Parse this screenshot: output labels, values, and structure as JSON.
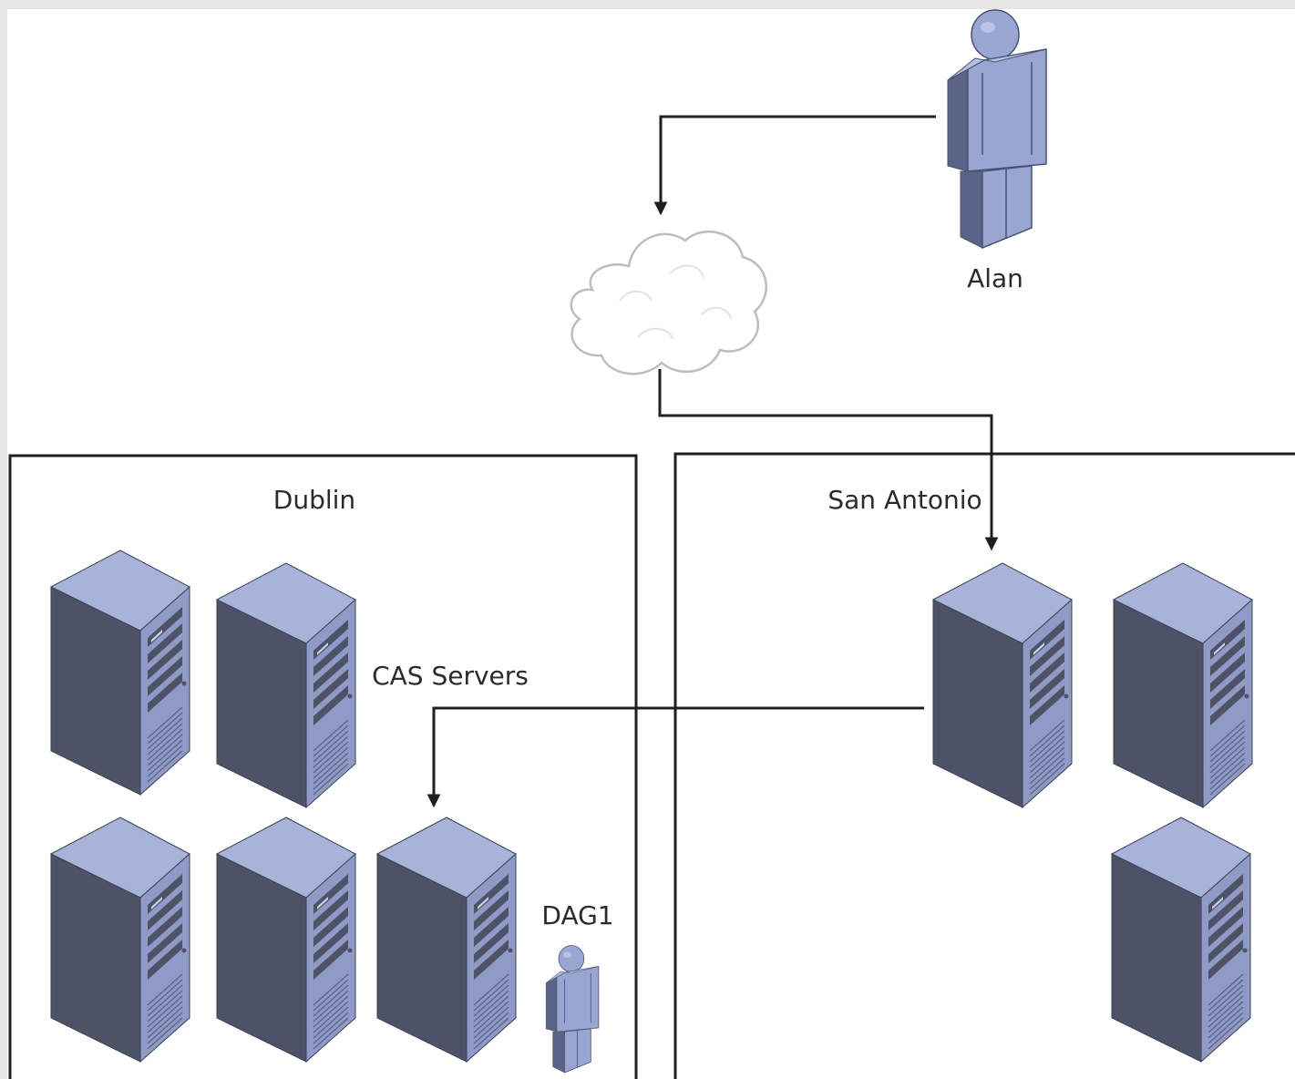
{
  "diagram": {
    "user_top": {
      "label": "Alan"
    },
    "sites": [
      {
        "id": "dublin",
        "label": "Dublin",
        "groups": [
          {
            "label": "CAS Servers"
          },
          {
            "label": "DAG1"
          }
        ]
      },
      {
        "id": "san-antonio",
        "label": "San Antonio"
      }
    ]
  },
  "colors": {
    "server_front": "#4d5267",
    "server_side": "#8f9bc6",
    "server_top": "#a8b3da",
    "person_fill": "#98a6d2",
    "person_shade": "#5a6385",
    "cloud_fill": "#ffffff",
    "cloud_stroke": "#bdbdbd",
    "line": "#1f1f1f",
    "frame": "#e6e6e6"
  },
  "icons": [
    "person-icon",
    "cloud-icon",
    "server-tower-icon",
    "arrow-down-icon"
  ]
}
